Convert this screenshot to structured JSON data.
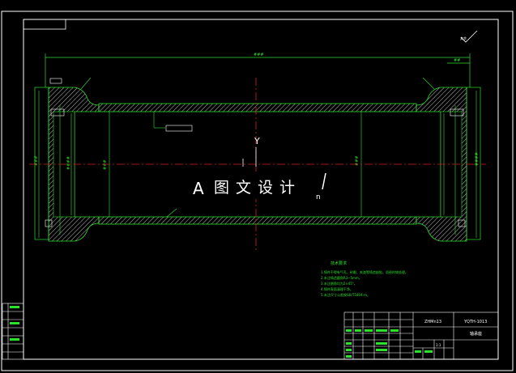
{
  "watermark": {
    "text": "图文设计",
    "left_glyph": "A",
    "right_glyph": "n"
  },
  "symbol": {
    "axis_label": "Y"
  },
  "title_block": {
    "drawing_number": "YQTH-1013",
    "part_name": "轴承座",
    "material": "ZHMn13",
    "scale": "1:1"
  },
  "notes": {
    "heading": "技术要求",
    "lines": [
      "1.铸件不得有气孔、砂眼、夹渣等铸造缺陷，须经时效处理。",
      "2.未注铸造圆角R3~5mm。",
      "3.未注倒角均为2×45°。",
      "4.铸件表面清理干净。",
      "5.未注尺寸公差按GB/T1804-m。"
    ]
  },
  "colors": {
    "background": "#000000",
    "frame": "#ffffff",
    "geometry": "#2ee02e",
    "centerline": "#d42020"
  }
}
